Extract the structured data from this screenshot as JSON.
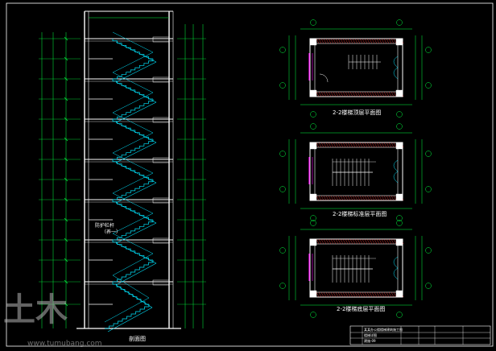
{
  "drawing": {
    "section_title": "剖面图",
    "railing_note": "防护栏杆",
    "railing_note_sub": "（养一）",
    "plans": [
      {
        "title": "2-2楼梯顶层平面图"
      },
      {
        "title": "2-2楼梯标准层平面图"
      },
      {
        "title": "2-2楼梯底层平面图"
      }
    ]
  },
  "title_block": {
    "project": "某某办公楼楼梯建筑施工图",
    "drawing_name": "楼梯详图",
    "sheet_no": "建施-09"
  },
  "watermark": {
    "logo_text": "土木",
    "url": "www.tumubang.com"
  },
  "colors": {
    "background": "#000000",
    "frame": "#ffffff",
    "wall": "#ffffff",
    "stair": "#00e5ff",
    "dimension": "#00ff40",
    "axis_bubble": "#00ff40",
    "hatch": "#ff3030",
    "door": "#ff00ff"
  }
}
